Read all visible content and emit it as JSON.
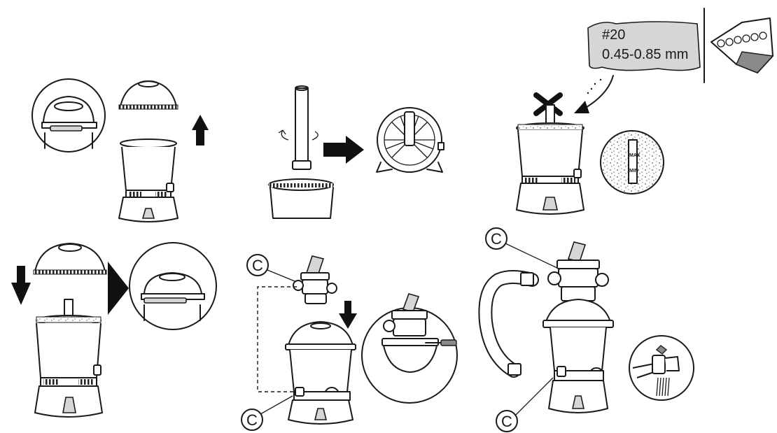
{
  "sand_bag": {
    "grade": "#20",
    "size_range": "0.45-0.85 mm"
  },
  "gauge": {
    "max_label": "MAX",
    "min_label": "MIN"
  },
  "callouts": {
    "label": "C"
  },
  "colors": {
    "ink": "#1a1a1a",
    "arrow": "#111111",
    "sand_fill": "#d6d6d6"
  }
}
